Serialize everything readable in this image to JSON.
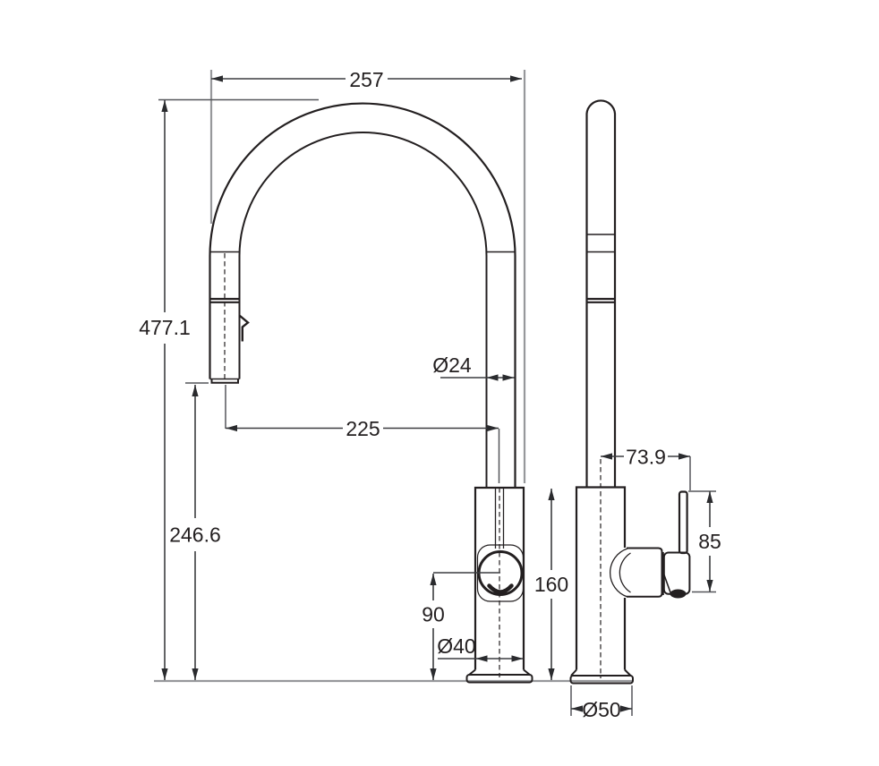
{
  "drawing": {
    "type": "technical-dimension-drawing",
    "subject": "pull-out kitchen sink mixer tap, front and side elevation",
    "units": "mm"
  },
  "dims": {
    "arch_width": "257",
    "total_height": "477.1",
    "spout_diameter": "Ø24",
    "spray_reach": "225",
    "spray_outlet_height": "246.6",
    "handle_center_height": "90",
    "body_diameter": "Ø40",
    "body_height": "160",
    "handle_reach": "73.9",
    "lever_height": "85",
    "base_diameter": "Ø50"
  },
  "colors": {
    "object_line": "#231f20",
    "dimension_line": "#3c3d40",
    "extension_line_gray": "#97989b",
    "background": "#ffffff"
  }
}
